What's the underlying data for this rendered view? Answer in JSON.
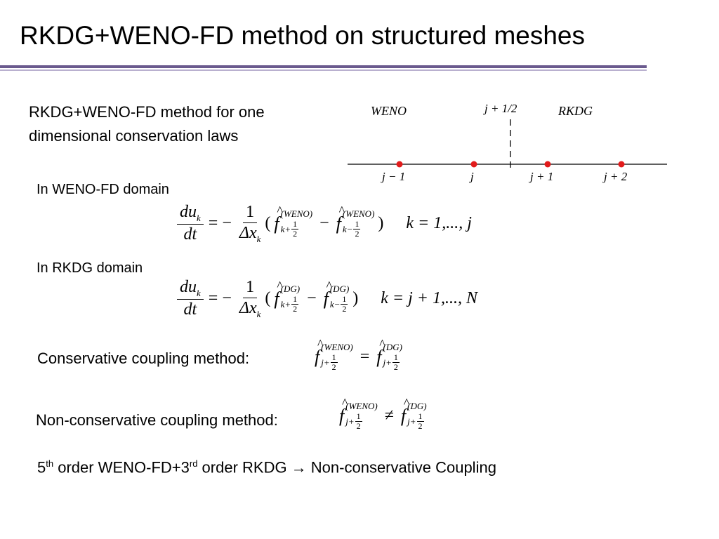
{
  "title": "RKDG+WENO-FD method on structured meshes",
  "intro": {
    "line1": "RKDG+WENO-FD method for one",
    "line2": "dimensional conservation laws"
  },
  "diagram": {
    "left_label": "WENO",
    "right_label": "RKDG",
    "interface_label": "j + 1/2",
    "points": [
      "j − 1",
      "j",
      "j + 1",
      "j + 2"
    ],
    "point_color": "#e21b1b"
  },
  "sections": {
    "weno_domain": "In WENO-FD domain",
    "rkdg_domain": "In RKDG domain",
    "conservative": "Conservative coupling method:",
    "non_conservative": "Non-conservative coupling method:"
  },
  "equations": {
    "du": "du",
    "k": "k",
    "dt": "dt",
    "one": "1",
    "delta_x": "Δx",
    "two": "2",
    "weno": "(WENO)",
    "dg": "(DG)",
    "plus_k": "k+",
    "minus_k": "k−",
    "plus_j": "j+",
    "weno_range": "k = 1,..., j",
    "dg_range": "k = j + 1,..., N"
  },
  "footer": {
    "n1": "5",
    "s1": "th",
    "t1": " order WENO-FD+3",
    "s2": "rd",
    "t2": " order RKDG → Non-conservative Coupling"
  },
  "colors": {
    "accent": "#6a5a8e",
    "accent_light": "#b9b0cf",
    "point": "#e21b1b"
  }
}
